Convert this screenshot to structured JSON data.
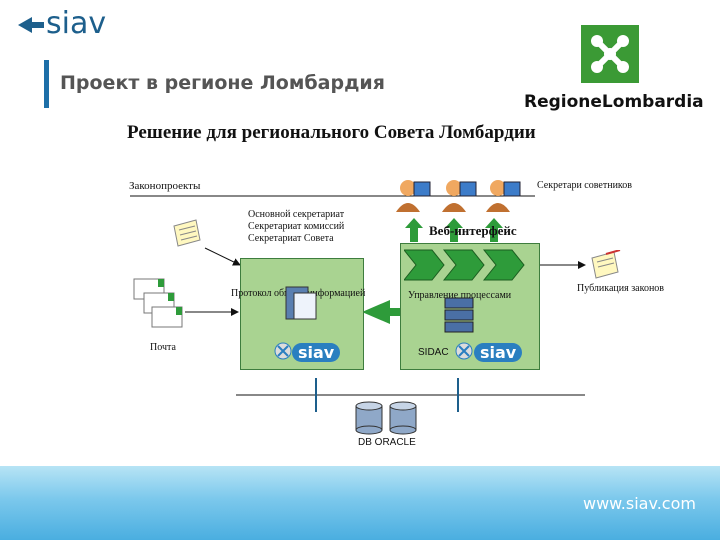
{
  "header": {
    "brand": "siav",
    "title": "Проект в регионе Ломбардия",
    "partner_logo_text": "RegioneLombardia",
    "subtitle": "Решение для регионального Совета Ломбардии"
  },
  "diagram": {
    "draft_laws": "Законопроекты",
    "secretariats": [
      "Основной секретариат",
      "Секретариат комиссий",
      "Секретариат Совета"
    ],
    "mail": "Почта",
    "protocol": "Протокол обмена информацией",
    "web_interface": "Веб-интерфейс",
    "process_mgmt": "Управление процессами",
    "sidac": "SIDAC",
    "siav_badge": "siav",
    "council_secretaries": "Секретари советников",
    "law_publication": "Публикация законов",
    "database": "DB ORACLE"
  },
  "footer": {
    "url": "www.siav.com"
  },
  "colors": {
    "brand_blue": "#1d5f8c",
    "box_green": "#a9d391",
    "footer_blue": "#4aaee0",
    "region_green": "#3b9a35"
  }
}
